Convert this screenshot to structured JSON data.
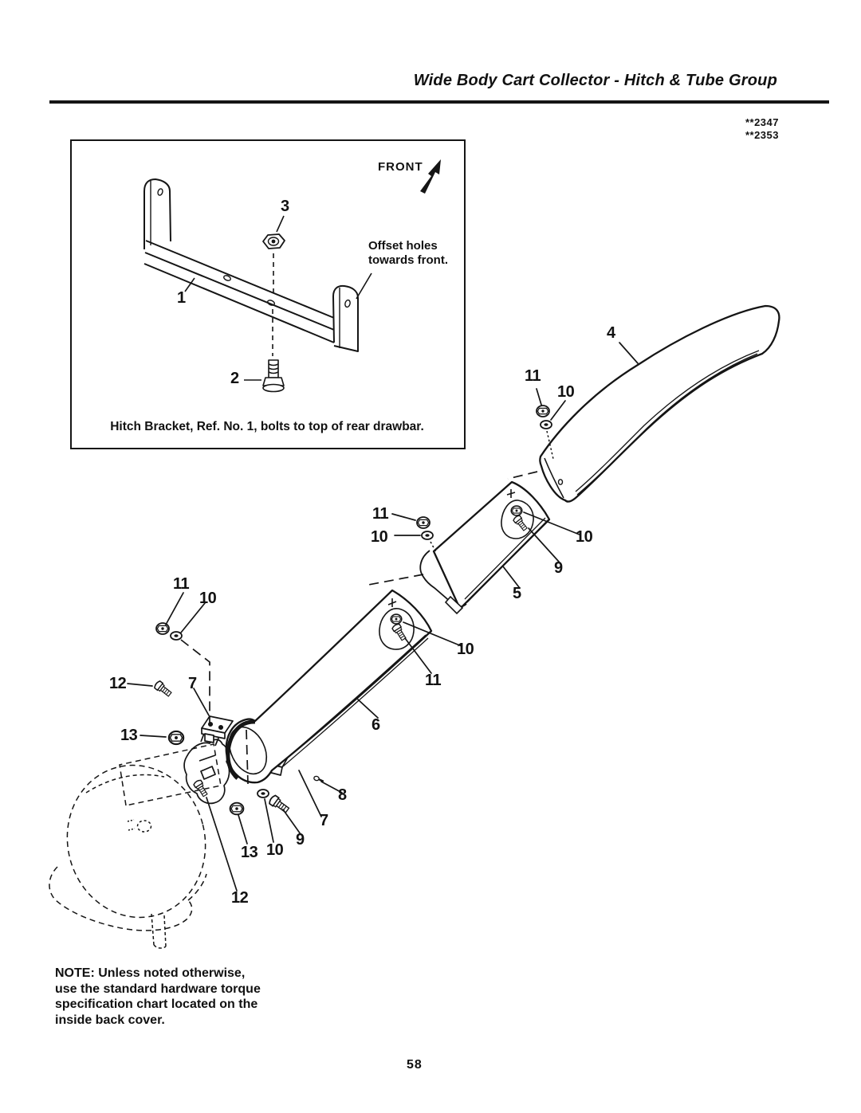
{
  "header": {
    "title": "Wide Body Cart Collector - Hitch & Tube Group",
    "doc_codes": [
      "**2347",
      "**2353"
    ]
  },
  "inset": {
    "front_label": "FRONT",
    "offset_note_line1": "Offset holes",
    "offset_note_line2": "towards front.",
    "caption": "Hitch Bracket, Ref. No. 1, bolts to top of rear drawbar.",
    "callouts": {
      "bracket": "1",
      "bolt": "2",
      "nut": "3"
    }
  },
  "diagram": {
    "callouts": [
      {
        "label": "4"
      },
      {
        "label": "11"
      },
      {
        "label": "10"
      },
      {
        "label": "11"
      },
      {
        "label": "10"
      },
      {
        "label": "10"
      },
      {
        "label": "9"
      },
      {
        "label": "5"
      },
      {
        "label": "10"
      },
      {
        "label": "11"
      },
      {
        "label": "6"
      },
      {
        "label": "11"
      },
      {
        "label": "10"
      },
      {
        "label": "12"
      },
      {
        "label": "7"
      },
      {
        "label": "13"
      },
      {
        "label": "8"
      },
      {
        "label": "7"
      },
      {
        "label": "9"
      },
      {
        "label": "10"
      },
      {
        "label": "13"
      },
      {
        "label": "12"
      }
    ]
  },
  "note": {
    "lines": [
      "NOTE: Unless noted otherwise,",
      "use the standard hardware torque",
      "specification chart located on the",
      "inside back cover."
    ]
  },
  "page_number": "58"
}
